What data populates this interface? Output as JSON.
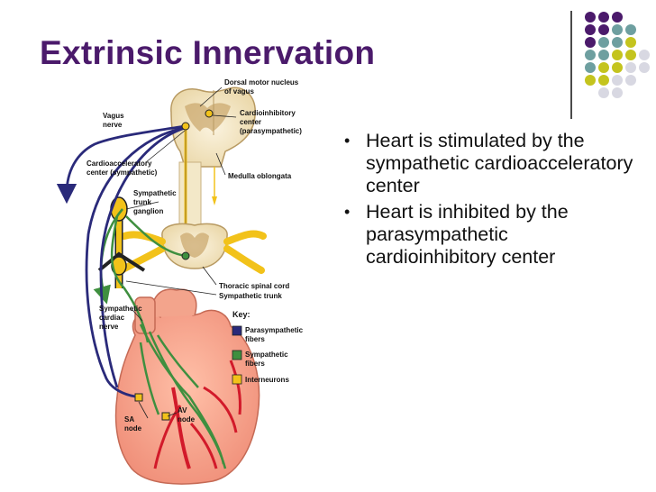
{
  "slide": {
    "title": "Extrinsic Innervation",
    "bullets": [
      "Heart is stimulated by the sympathetic cardioacceleratory center",
      "Heart is inhibited by the parasympathetic cardioinhibitory center"
    ],
    "bullet_glyph": "•"
  },
  "diagram": {
    "labels": {
      "dorsal_motor": [
        "Dorsal motor nucleus",
        "of vagus"
      ],
      "vagus_nerve": [
        "Vagus",
        "nerve"
      ],
      "cardioinhibitory": [
        "Cardioinhibitory",
        "center",
        "(parasympathetic)"
      ],
      "cardioaccel": [
        "Cardioacceleratory",
        "center (sympathetic)"
      ],
      "medulla": "Medulla oblongata",
      "trunk_ganglion": [
        "Sympathetic",
        "trunk",
        "ganglion"
      ],
      "thoracic_cord": "Thoracic spinal cord",
      "sympathetic_trunk": "Sympathetic trunk",
      "cardiac_nerve": [
        "Sympathetic",
        "cardiac",
        "nerve"
      ],
      "sa_node": [
        "SA",
        "node"
      ],
      "av_node": [
        "AV",
        "node"
      ]
    },
    "key": {
      "title": "Key:",
      "items": [
        {
          "label": [
            "Parasympathetic",
            "fibers"
          ],
          "color": "#2a2a7a"
        },
        {
          "label": [
            "Sympathetic",
            "fibers"
          ],
          "color": "#3f8f3f"
        },
        {
          "label": [
            "Interneurons"
          ],
          "color": "#f2c21a"
        }
      ]
    }
  },
  "colors": {
    "title": "#4b1a6b",
    "purple_dot": "#4b1a6b",
    "teal_dot": "#6e9fa0",
    "olive_dot": "#c4c41e",
    "light_dot": "#d8d8e2"
  }
}
